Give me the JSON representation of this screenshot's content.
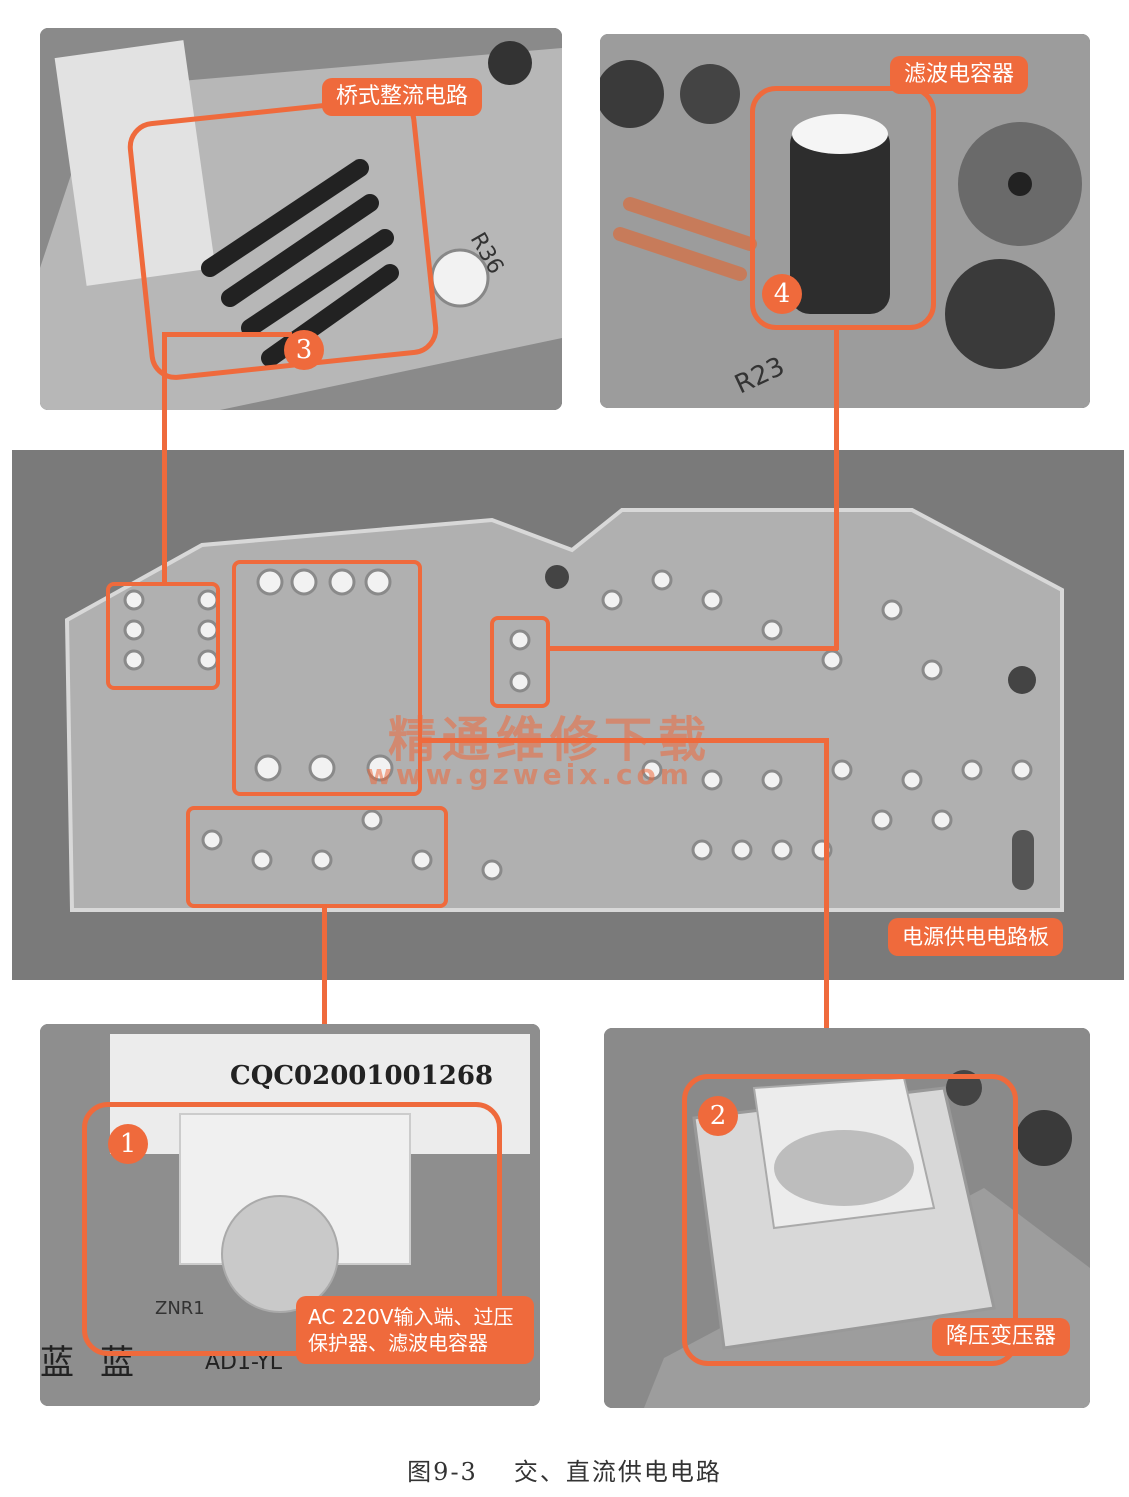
{
  "callouts": {
    "bridge": "桥式整流电路",
    "filter_cap": "滤波电容器",
    "board": "电源供电电路板",
    "ac_input": "AC 220V输入端、过压保护器、滤波电容器",
    "transformer": "降压变压器"
  },
  "numbers": {
    "n1": "1",
    "n2": "2",
    "n3": "3",
    "n4": "4"
  },
  "watermark": {
    "cn": "精通维修下载",
    "url": "www.gzweix.com"
  },
  "caption": {
    "fig": "图9-3",
    "title": "交、直流供电电路"
  },
  "photo_text": {
    "cqc": "CQC02001001268",
    "lan1": "蓝",
    "lan2": "蓝",
    "ad1": "AD1-YL",
    "znr": "ZNR1",
    "r23": "R23",
    "r36": "R36"
  },
  "colors": {
    "accent": "#ef6a3c"
  }
}
